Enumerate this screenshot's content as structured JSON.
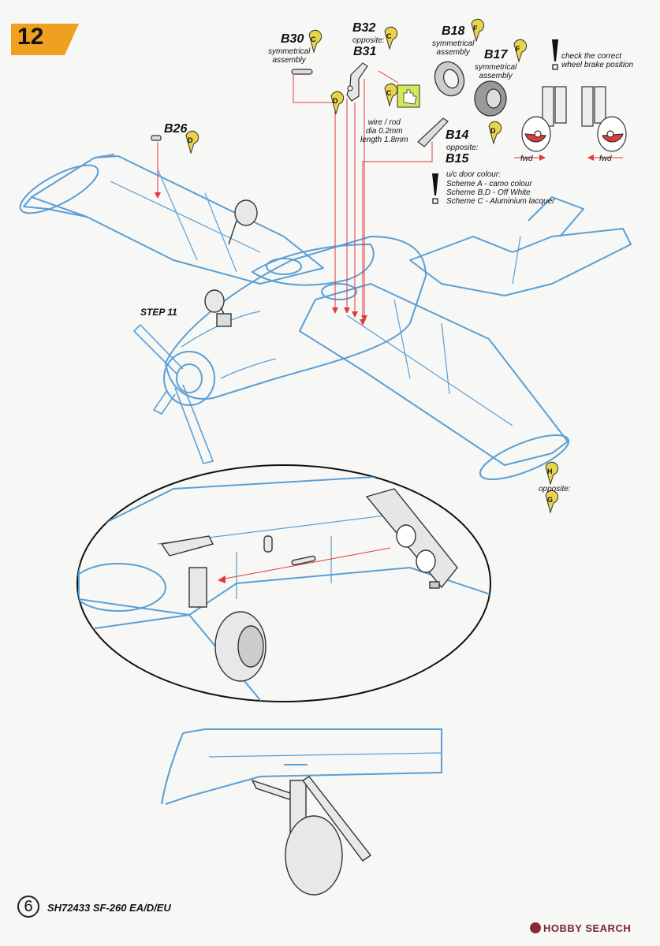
{
  "step": {
    "number": "12",
    "ref_step_label": "STEP 11"
  },
  "parts": {
    "b30": {
      "code": "B30",
      "note": "symmetrical\nassembly",
      "sprue": "C"
    },
    "b32": {
      "code": "B32",
      "opposite_label": "opposite:",
      "alt_code": "B31",
      "sprue": "C"
    },
    "b18": {
      "code": "B18",
      "note": "symmetrical\nassembly",
      "sprue": "F"
    },
    "b17": {
      "code": "B17",
      "note": "symmetrical\nassembly",
      "sprue": "F"
    },
    "b26": {
      "code": "B26",
      "sprue": "D"
    },
    "b14": {
      "code": "B14",
      "opposite_label": "opposite:",
      "alt_code": "B15"
    },
    "d_tags": [
      "D",
      "D"
    ],
    "c_tag": "C",
    "h_tag": {
      "code": "H",
      "opposite_label": "opposite:",
      "alt_code": "G"
    }
  },
  "notes": {
    "wire": "wire / rod\ndia 0.2mm\nlength 1.8mm",
    "brake": "check the correct\nwheel brake position",
    "uc_door_title": "u/c door colour:",
    "uc_door_lines": [
      "Scheme A - camo colour",
      "Scheme B,D - Off White",
      "Scheme C - Aluminium lacquer"
    ],
    "fwd": [
      "fwd",
      "fwd"
    ]
  },
  "footer": {
    "page_number": "6",
    "code": "SH72433 SF-260 EA/D/EU",
    "watermark": "HOBBY SEARCH"
  },
  "colors": {
    "outline_blue": "#5a9fd6",
    "arrow_red": "#e03a3a",
    "badge_orange": "#f0a020",
    "tag_yellow": "#e8d44a",
    "ink": "#1a1a1a"
  }
}
